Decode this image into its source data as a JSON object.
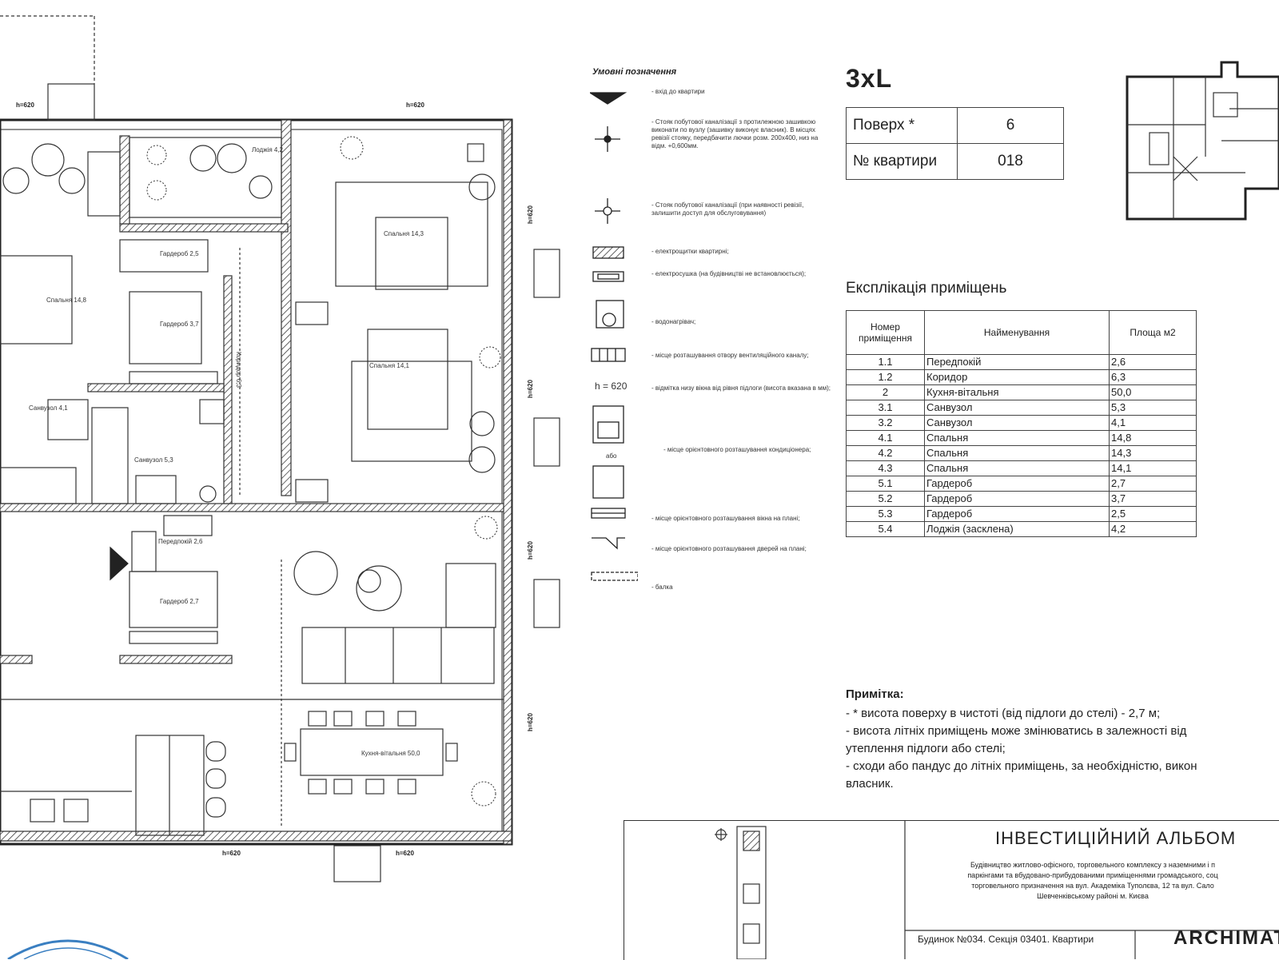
{
  "legend": {
    "title": "Умовні позначення",
    "items": [
      "- вхід до квартири",
      "- Стояк побутової каналізації з протилежною зашивкою виконати по вузлу (зашивку виконує власник). В місцях ревізії стояку, передбачити лючки розм. 200х400, низ на відм. +0,600мм.",
      "- Стояк побутової каналізації (при наявності ревізії, залишити доступ для обслуговування)",
      "- електрощитки квартирні;",
      "- електросушка (на будівництві не встановлюється);",
      "- водонагрівач;",
      "- місце розташування отвору вентиляційного каналу;",
      "- відмітка низу вікна від рівня підлоги (висота вказана в мм);",
      "- місце орієнтовного розташування кондиціонера;",
      "- місце орієнтовного розташування вікна на плані;",
      "- місце орієнтовного розташування дверей на плані;",
      "- балка"
    ],
    "h_label": "h = 620",
    "or_label": "або"
  },
  "apartment": {
    "type": "3xL",
    "floor_label": "Поверх *",
    "floor_value": "6",
    "number_label": "№ квартири",
    "number_value": "018"
  },
  "explication": {
    "title": "Експлікація приміщень",
    "headers": [
      "Номер приміщення",
      "Найменування",
      "Площа м2"
    ],
    "rows": [
      [
        "1.1",
        "Передпокій",
        "2,6"
      ],
      [
        "1.2",
        "Коридор",
        "6,3"
      ],
      [
        "2",
        "Кухня-вітальня",
        "50,0"
      ],
      [
        "3.1",
        "Санвузол",
        "5,3"
      ],
      [
        "3.2",
        "Санвузол",
        "4,1"
      ],
      [
        "4.1",
        "Спальня",
        "14,8"
      ],
      [
        "4.2",
        "Спальня",
        "14,3"
      ],
      [
        "4.3",
        "Спальня",
        "14,1"
      ],
      [
        "5.1",
        "Гардероб",
        "2,7"
      ],
      [
        "5.2",
        "Гардероб",
        "3,7"
      ],
      [
        "5.3",
        "Гардероб",
        "2,5"
      ],
      [
        "5.4",
        "Лоджія (засклена)",
        "4,2"
      ]
    ]
  },
  "notes": {
    "title": "Примітка:",
    "lines": [
      "- * висота поверху в чистоті (від підлоги до стелі) - 2,7 м;",
      "- висота літніх приміщень може змінюватись в залежності від",
      "утеплення підлоги або стелі;",
      "- сходи або пандус до літніх приміщень, за необхідністю, викон",
      "власник."
    ]
  },
  "album": {
    "title": "ІНВЕСТИЦІЙНИЙ АЛЬБОМ",
    "description": [
      "Будівництво житлово-офісного, торговельного комплексу з наземними і п",
      "паркінгами та вбудовано-прибудованими приміщеннями громадського, соц",
      "торговельного призначення на вул. Академіка Туполєва, 12 та вул. Сало",
      "Шевченківському районі м. Києва"
    ],
    "house_line": "Будинок №034. Секція 03401. Квартири",
    "brand": "ARCHIMAT"
  },
  "plan": {
    "window_height_label": "h=620",
    "rooms": [
      {
        "name": "Спальня",
        "area": "14,8"
      },
      {
        "name": "Спальня",
        "area": "14,3"
      },
      {
        "name": "Спальня",
        "area": "14,1"
      },
      {
        "name": "Гардероб",
        "area": "2,5"
      },
      {
        "name": "Гардероб",
        "area": "3,7"
      },
      {
        "name": "Гардероб",
        "area": "2,7"
      },
      {
        "name": "Коридор",
        "area": "6,3"
      },
      {
        "name": "Санвузол",
        "area": "5,3"
      },
      {
        "name": "Санвузол",
        "area": "4,1"
      },
      {
        "name": "Передпокій",
        "area": "2,6"
      },
      {
        "name": "Лоджія",
        "area": "4,2"
      },
      {
        "name": "Кухня-вітальня",
        "area": "50,0"
      }
    ]
  }
}
